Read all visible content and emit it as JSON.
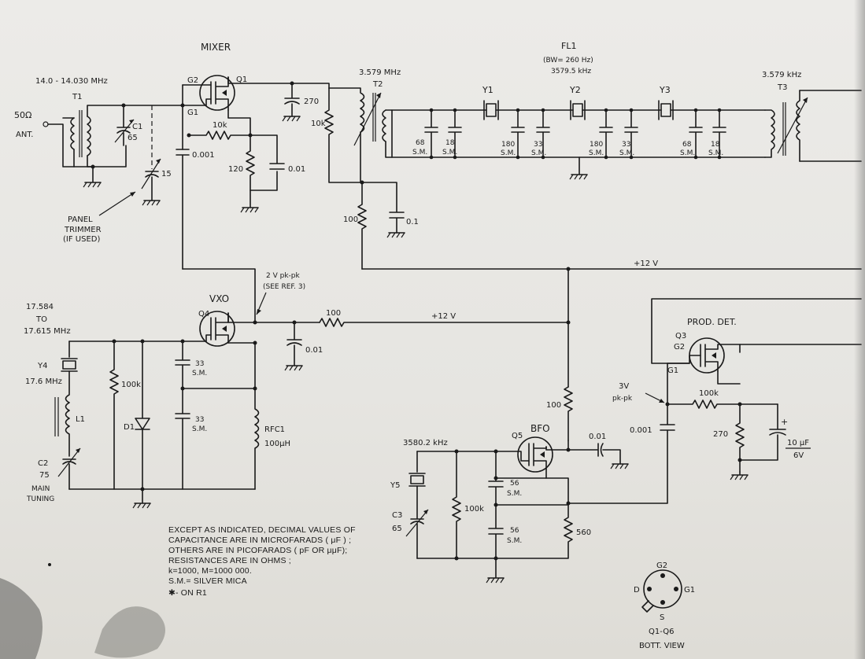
{
  "title_mixer": "MIXER",
  "title_vxo": "VXO",
  "title_bfo": "BFO",
  "title_prod_det": "PROD. DET.",
  "filter": {
    "name": "FL1",
    "bw": "(BW= 260 Hz)",
    "freq": "3579.5 kHz"
  },
  "labels": {
    "ant_imp": "50Ω",
    "ant": "ANT.",
    "rf_range": "14.0 - 14.030 MHz",
    "t1": "T1",
    "c1": "C1",
    "c1_val": "65",
    "trim_val": "15",
    "panel_trimmer_1": "PANEL",
    "panel_trimmer_2": "TRIMMER",
    "panel_trimmer_3": "(IF USED)",
    "q1": "Q1",
    "g1_q1": "G1",
    "g2_q1": "G2",
    "c270": "270",
    "r10k_a": "10k",
    "c0001_a": "0.001",
    "r120": "120",
    "c001_a": "0.01",
    "t2_freq": "3.579 MHz",
    "t2": "T2",
    "r10k_b": "10k",
    "r100_a": "100",
    "c01": "0.1",
    "y1": "Y1",
    "y2": "Y2",
    "y3": "Y3",
    "c68a": "68",
    "c18a": "18",
    "c180a": "180",
    "c33a": "33",
    "c180b": "180",
    "c33b": "33",
    "c68b": "68",
    "c18b": "18",
    "sm": "S.M.",
    "t3_freq": "3.579 kHz",
    "t3": "T3",
    "plus12_a": "+12 V",
    "plus12_b": "+12 V",
    "vxo_drive": "2 V  pk-pk",
    "see_ref": "(SEE  REF. 3)",
    "vxo_range_1": "17.584",
    "vxo_range_2": "TO",
    "vxo_range_3": "17.615 MHz",
    "q4": "Q4",
    "r100_b": "100",
    "c001_b": "0.01",
    "y4": "Y4",
    "y4_freq": "17.6 MHz",
    "r100k_a": "100k",
    "l1": "L1",
    "d1": "D1",
    "c33c": "33",
    "c33d": "33",
    "rfc1": "RFC1",
    "rfc1_val": "100μH",
    "c2": "C2",
    "c2_val": "75",
    "main_tuning_1": "MAIN",
    "main_tuning_2": "TUNING",
    "q3": "Q3",
    "g2_q3": "G2",
    "g1_q3": "G1",
    "prod_drive_1": "3V",
    "prod_drive_2": "pk-pk",
    "r100k_b": "100k",
    "c0001_b": "0.001",
    "r270": "270",
    "c10uf": "10 μF",
    "c10uf_v": "6V",
    "r100_c": "100",
    "bfo_freq": "3580.2 kHz",
    "q5": "Q5",
    "c001_c": "0.01",
    "y5": "Y5",
    "r100k_c": "100k",
    "c56a": "56",
    "c56b": "56",
    "c3": "C3",
    "c3_val": "65",
    "r560": "560",
    "pin_g2": "G2",
    "pin_d": "D",
    "pin_g1": "G1",
    "pin_s": "S",
    "q1q6": "Q1-Q6",
    "bott_view": "BOTT. VIEW"
  },
  "notes": [
    "EXCEPT AS INDICATED, DECIMAL VALUES OF",
    "CAPACITANCE ARE IN MICROFARADS ( μF ) ;",
    "OTHERS ARE IN PICOFARADS ( pF OR μμF);",
    "RESISTANCES   ARE  IN  OHMS ;",
    "k=1000,  M=1000 000.",
    "S.M.= SILVER MICA",
    "✱- ON R1"
  ],
  "colors": {
    "ink": "#1a1a1a",
    "paper": "#e9e8e4"
  }
}
